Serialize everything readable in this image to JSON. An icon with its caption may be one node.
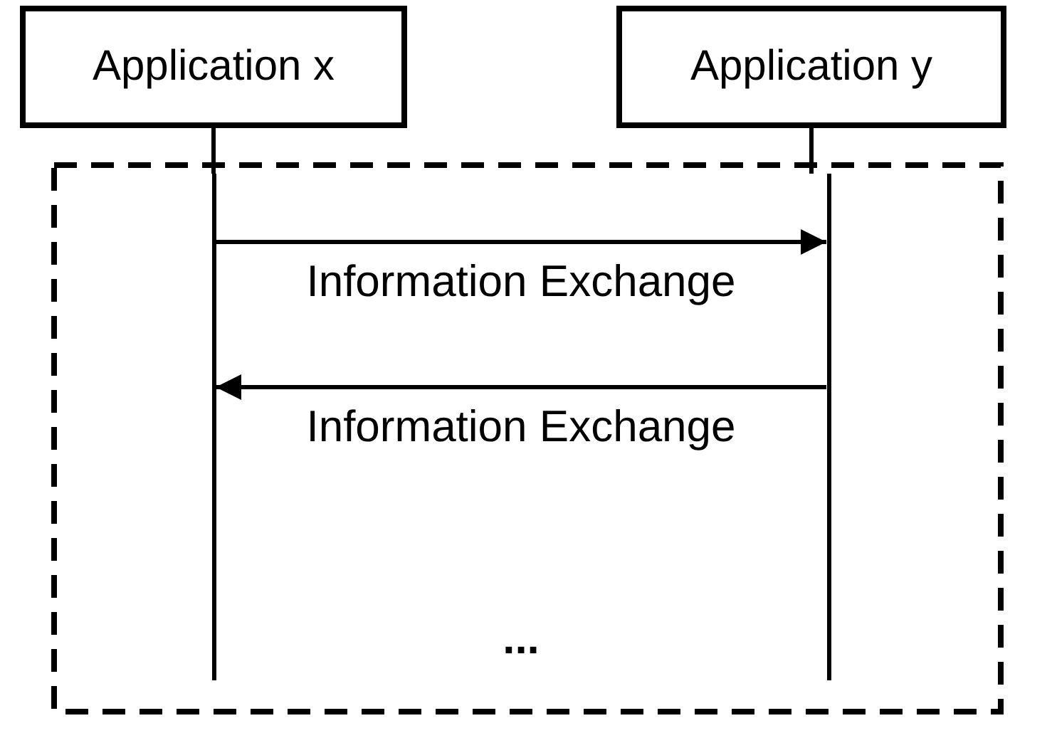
{
  "diagram": {
    "nodes": [
      {
        "text": [
          "Application x"
        ]
      },
      {
        "text": [
          "Application y"
        ]
      },
      {
        "text": [],
        "shape": "line"
      },
      {
        "text": [],
        "shape": "line"
      }
    ],
    "edges": [
      {
        "from": 0,
        "to": 2,
        "arrow": "none"
      },
      {
        "from": 1,
        "to": 3,
        "arrow": "none"
      },
      {
        "from": 2,
        "to": 3,
        "arrow": "to",
        "label": "Information Exchange"
      },
      {
        "from": 3,
        "to": 2,
        "arrow": "to",
        "label": "Information Exchange"
      }
    ],
    "labels": [
      "..."
    ]
  }
}
